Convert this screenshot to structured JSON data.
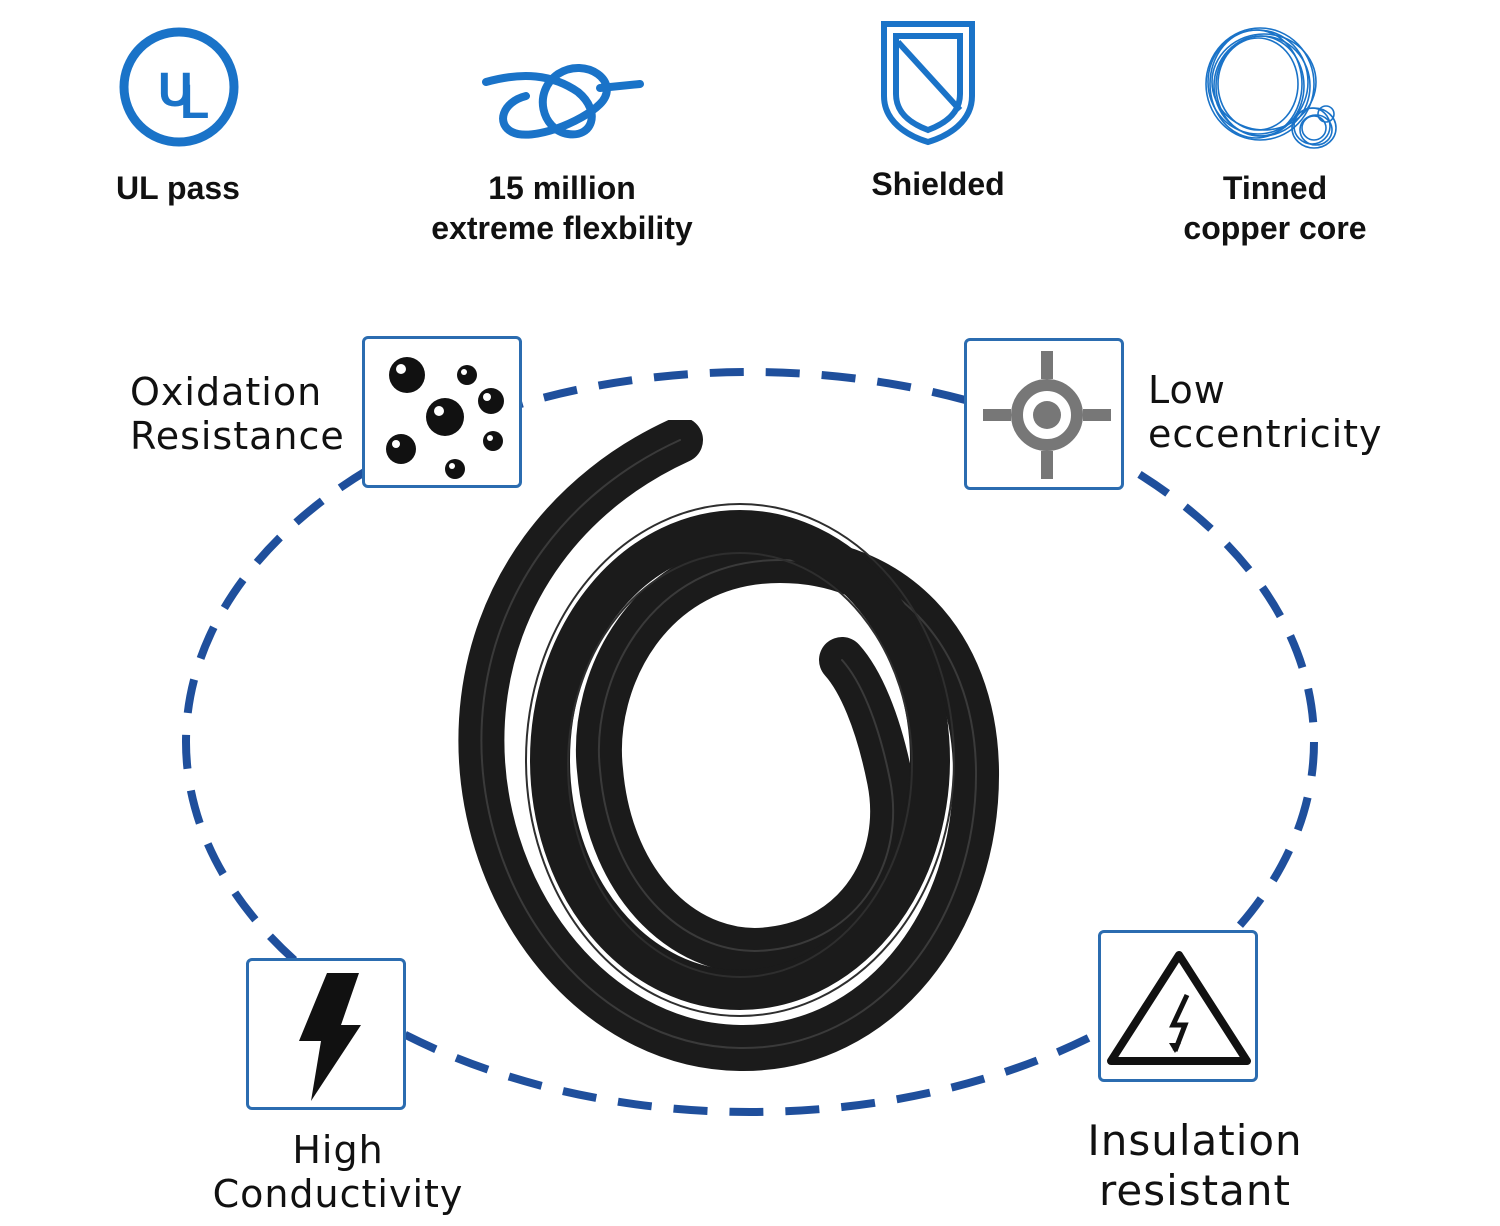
{
  "top_features": [
    {
      "icon": "ul-logo-icon",
      "lines": [
        "UL pass"
      ]
    },
    {
      "icon": "knot-icon",
      "lines": [
        "15 million",
        "extreme flexbility"
      ]
    },
    {
      "icon": "shield-icon",
      "lines": [
        "Shielded"
      ]
    },
    {
      "icon": "copper-coil-icon",
      "lines": [
        "Tinned",
        "copper core"
      ]
    }
  ],
  "ring_features": {
    "oxidation": {
      "icon": "bubbles-icon",
      "lines": [
        "Oxidation",
        "Resistance"
      ]
    },
    "eccentricity": {
      "icon": "target-icon",
      "lines": [
        "Low",
        "eccentricity"
      ]
    },
    "conductivity": {
      "icon": "lightning-icon",
      "lines": [
        "High",
        "Conductivity"
      ]
    },
    "insulation": {
      "icon": "high-voltage-warning-icon",
      "lines": [
        "Insulation",
        "resistant"
      ]
    }
  },
  "logo_text": "UL",
  "colors": {
    "accent": "#1a73c8",
    "dashed_ring": "#1f4f9c",
    "cable": "#1b1b1b"
  }
}
